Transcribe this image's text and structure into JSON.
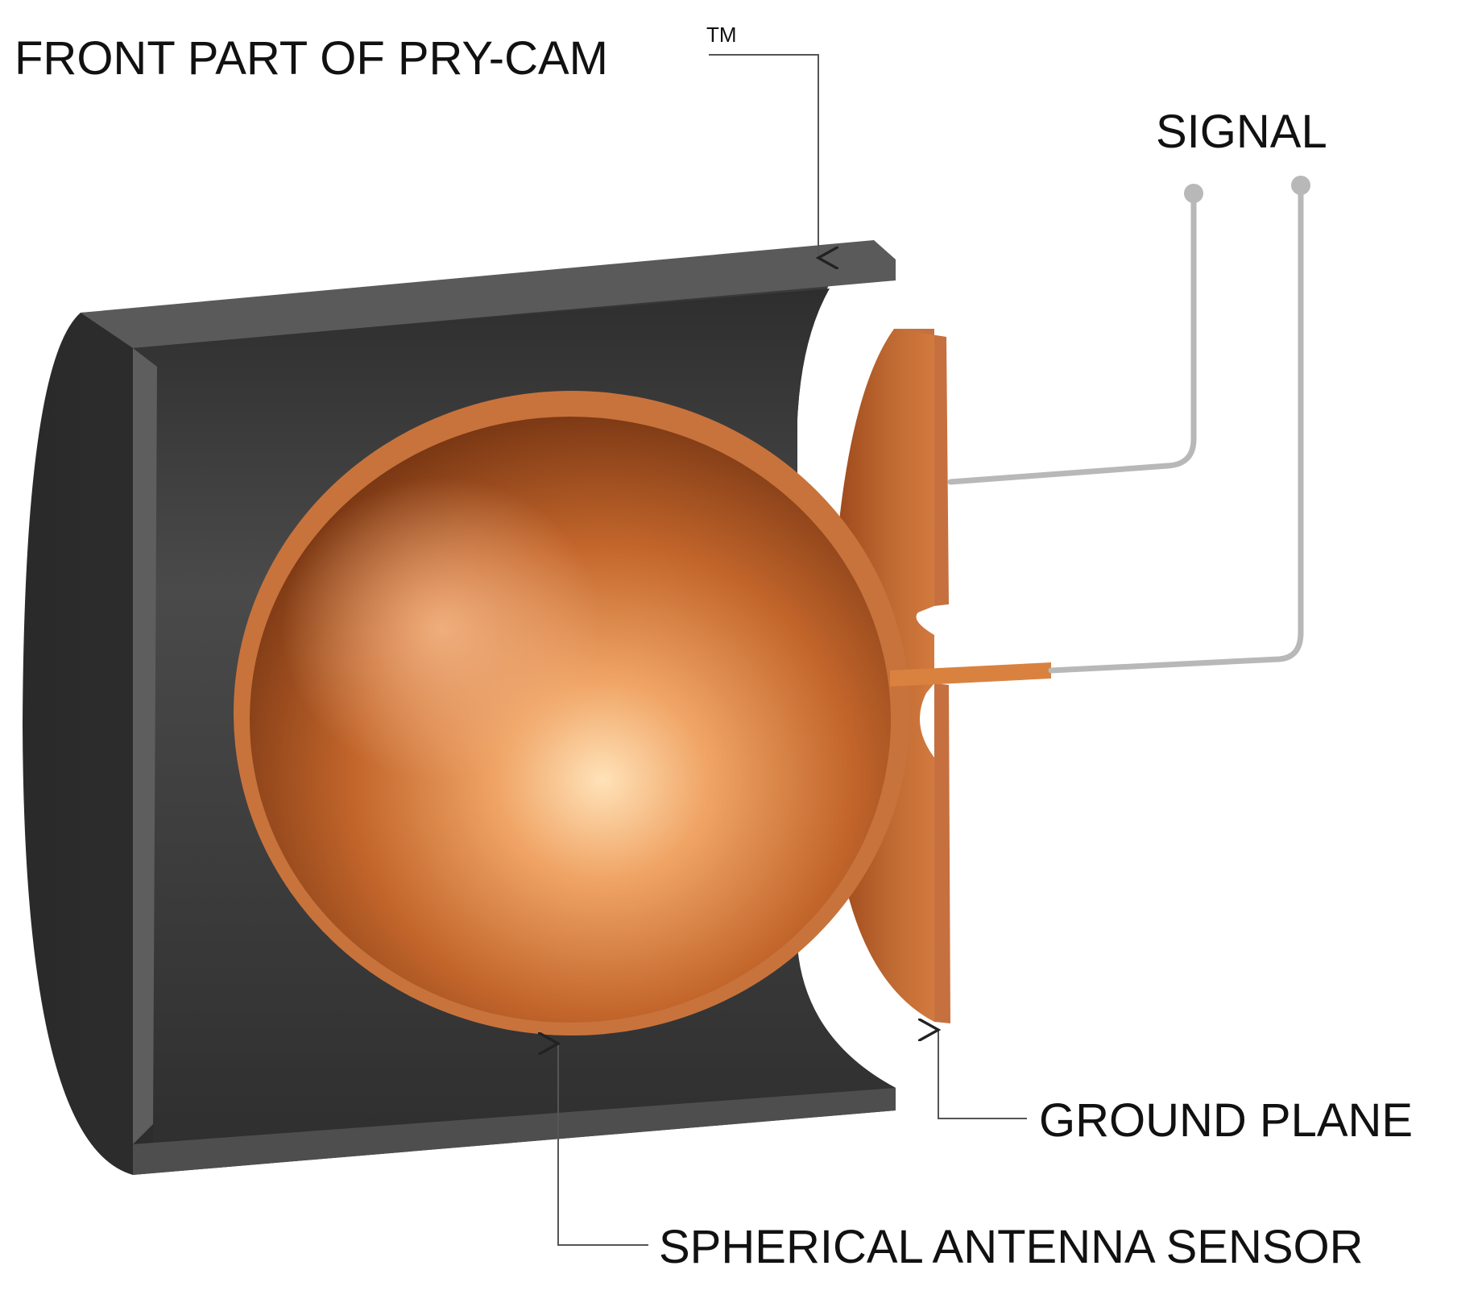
{
  "labels": {
    "front_part": "FRONT PART OF PRY-CAM",
    "front_part_mark": "TM",
    "signal": "SIGNAL",
    "ground_plane": "GROUND PLANE",
    "spherical_antenna_sensor": "SPHERICAL ANTENNA SENSOR"
  },
  "colors": {
    "housing_dark": "#3a3a3a",
    "housing_rim": "#5b5b5b",
    "copper": "#c06a33",
    "copper_dark": "#7a3a12",
    "copper_highlight": "#ffd9a8",
    "signal_wire": "#b8b8b8",
    "leader_line": "#555555"
  }
}
